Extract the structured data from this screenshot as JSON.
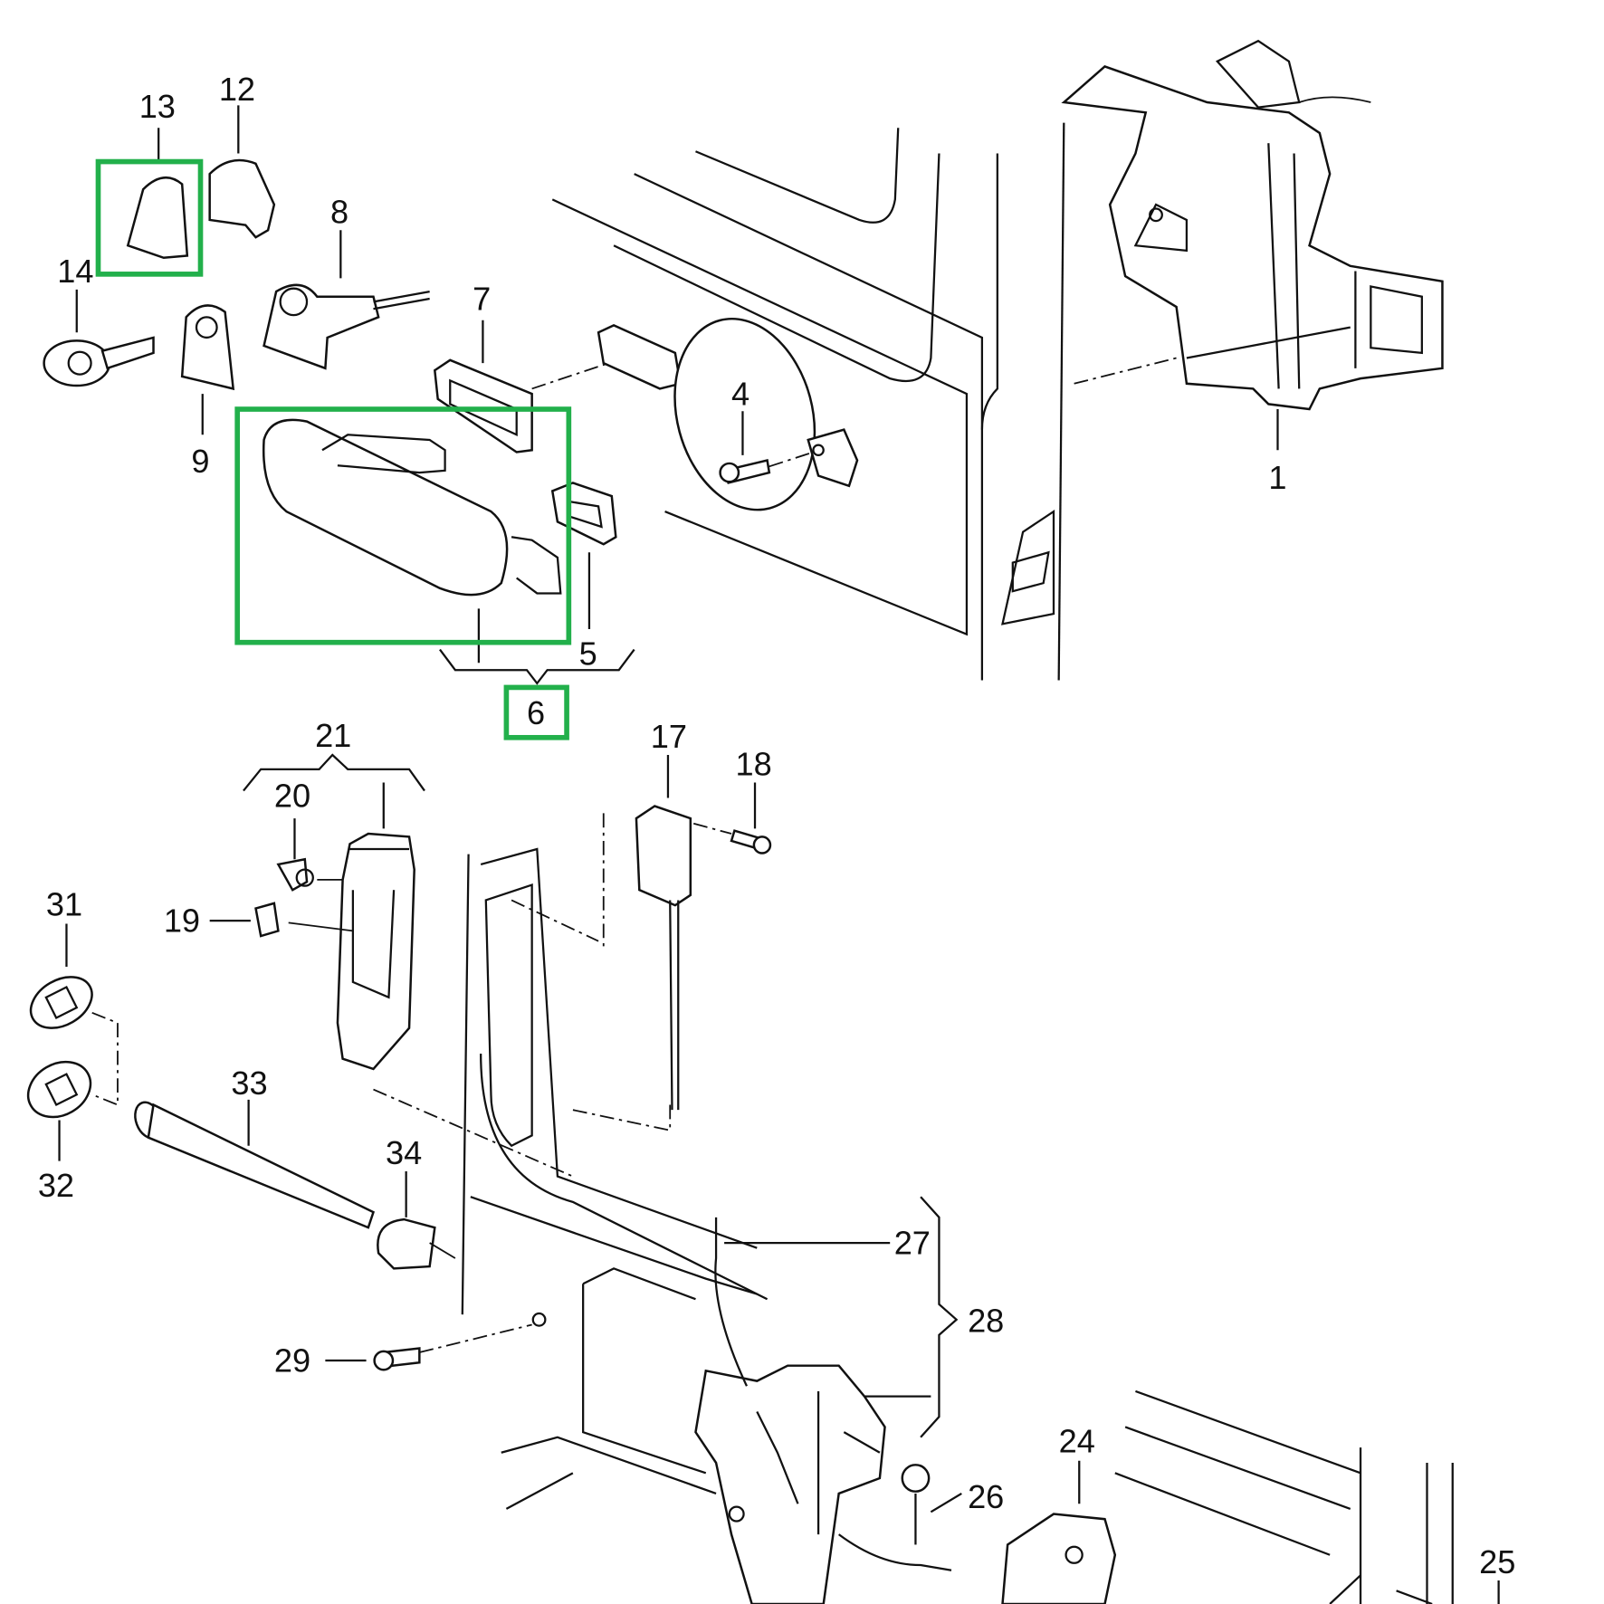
{
  "diagram": {
    "labels": {
      "p1": "1",
      "p4": "4",
      "p5": "5",
      "p6": "6",
      "p7": "7",
      "p8": "8",
      "p9": "9",
      "p12": "12",
      "p13": "13",
      "p14": "14",
      "p17": "17",
      "p18": "18",
      "p19": "19",
      "p20": "20",
      "p21": "21",
      "p24": "24",
      "p25": "25",
      "p26": "26",
      "p27": "27",
      "p28": "28",
      "p29": "29",
      "p31": "31",
      "p32": "32",
      "p33": "33",
      "p34": "34"
    },
    "highlighted_parts": [
      "13",
      "6"
    ],
    "highlight_color": "#22b04b"
  }
}
